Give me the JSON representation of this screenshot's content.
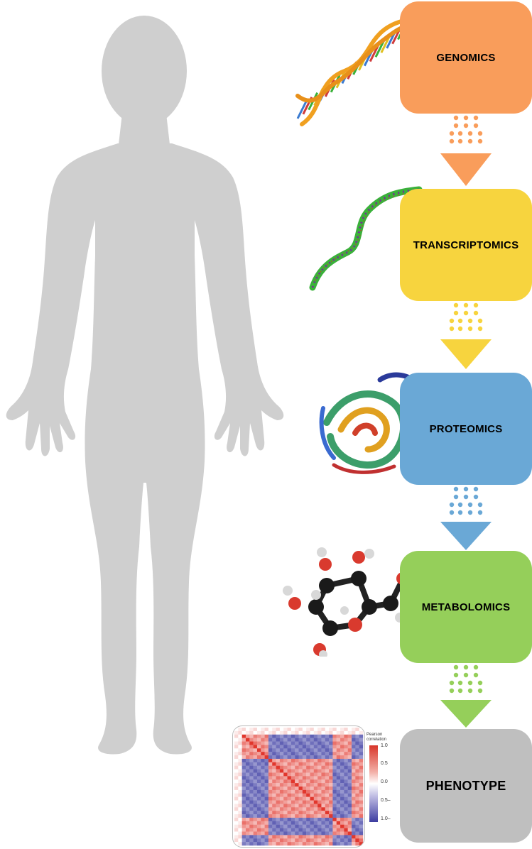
{
  "stages": [
    {
      "id": "genomics",
      "label": "GENOMICS",
      "color": "#f99d5b"
    },
    {
      "id": "transcriptomics",
      "label": "TRANSCRIPTOMICS",
      "color": "#f7d43e"
    },
    {
      "id": "proteomics",
      "label": "PROTEOMICS",
      "color": "#6aa8d6"
    },
    {
      "id": "metabolomics",
      "label": "METABOLOMICS",
      "color": "#95cf5a"
    },
    {
      "id": "phenotype",
      "label": "PHENOTYPE",
      "color": "#bfbfbf"
    }
  ],
  "heatmap": {
    "legend_title": "Pearson\ncorrelation",
    "ticks": [
      "1.0",
      "0.5",
      "0.0",
      "0.5–",
      "1.0–"
    ]
  },
  "colors": {
    "human": "#cfcfcf",
    "dna_rails": "#f0a020",
    "rna_backbone": "#3ab13a",
    "atom_carbon": "#1a1a1a",
    "atom_oxygen": "#d93a2e",
    "atom_hydrogen": "#d8d8d8",
    "heat_pos": "#e0463c",
    "heat_neg": "#4a49a8"
  }
}
